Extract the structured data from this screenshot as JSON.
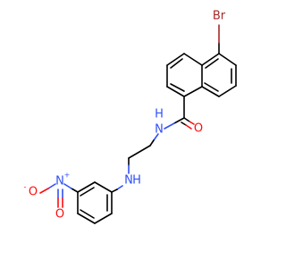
{
  "molecule": {
    "atoms": {
      "br": "Br",
      "o_amide": "O",
      "n_amide": "N",
      "h_amide": "H",
      "n_amine": "N",
      "h_amine": "H",
      "n_nitro": "N",
      "n_nitro_charge": "+",
      "o_nitro_left": "O",
      "o_nitro_left_charge": "-",
      "o_nitro_bottom": "O"
    },
    "colors": {
      "carbon_bond": "#000000",
      "oxygen": "#ff0d0d",
      "nitrogen": "#3050f8",
      "bromine": "#a62929"
    }
  }
}
